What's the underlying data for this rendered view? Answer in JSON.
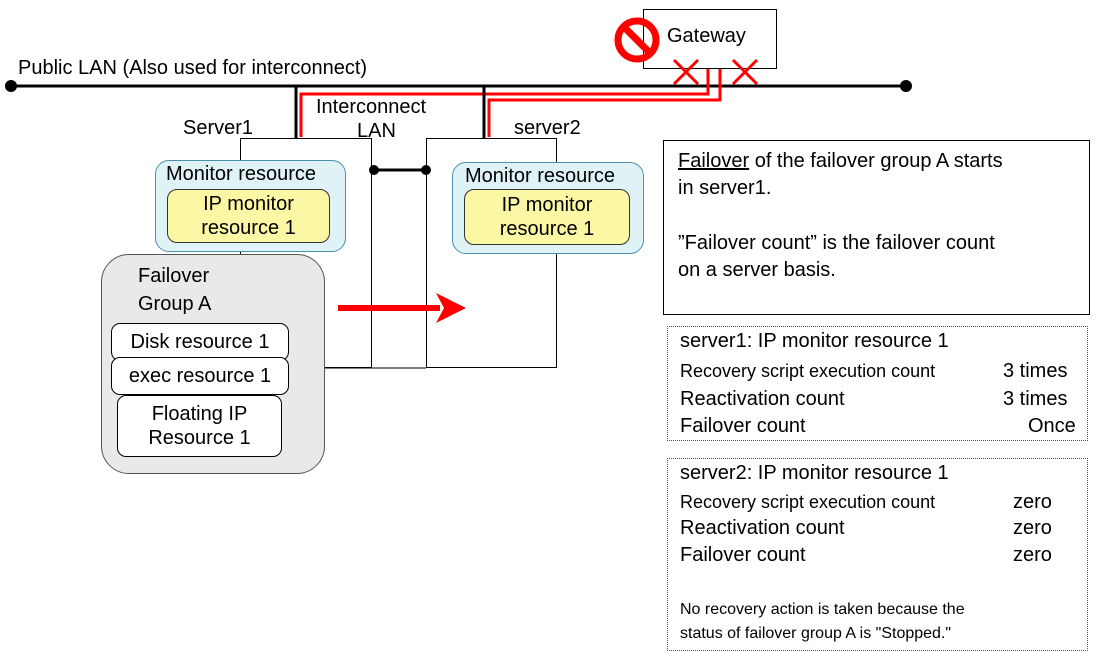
{
  "network": {
    "gateway_label": "Gateway",
    "public_lan_label": "Public LAN (Also used for interconnect)",
    "interconnect_line1": "Interconnect",
    "interconnect_line2": "LAN"
  },
  "servers": {
    "server1_label": "Server1",
    "server2_label": "server2"
  },
  "server1": {
    "monitor_title": "Monitor resource",
    "ip_monitor_line1": "IP monitor",
    "ip_monitor_line2": "resource 1",
    "group_line1": "Failover",
    "group_line2": "Group A",
    "disk_resource": "Disk resource 1",
    "exec_resource": "exec resource 1",
    "fip_line1": "Floating IP",
    "fip_line2": "Resource 1"
  },
  "server2": {
    "monitor_title": "Monitor resource",
    "ip_monitor_line1": "IP monitor",
    "ip_monitor_line2": "resource 1"
  },
  "note": {
    "line1_link": "Failover",
    "line1_rest": " of the failover group A starts",
    "line2": "in server1.",
    "line3": "”Failover count” is the failover count",
    "line4": "on a server basis."
  },
  "status_server1": {
    "title": "server1: IP monitor resource 1",
    "rows": [
      {
        "label": "Recovery script execution count",
        "value": "3 times"
      },
      {
        "label": "Reactivation count",
        "value": "3 times"
      },
      {
        "label": "Failover count",
        "value": "Once"
      }
    ]
  },
  "status_server2": {
    "title": "server2: IP monitor resource 1",
    "rows": [
      {
        "label": "Recovery script execution count",
        "value": "zero"
      },
      {
        "label": "Reactivation count",
        "value": "zero"
      },
      {
        "label": "Failover count",
        "value": "zero"
      }
    ],
    "footer_line1": "No recovery action is taken because the",
    "footer_line2": "status of failover group A is \"Stopped.\""
  },
  "colors": {
    "red": "#ff0000",
    "monitor_fill": "#dff3f7",
    "ip_monitor_fill": "#fbf7a5",
    "group_fill": "#e9e9e9"
  },
  "icons": {
    "prohibited": "prohibited-icon",
    "failure_marks": "x-mark-icon",
    "failover_arrow": "arrow-right-icon"
  }
}
